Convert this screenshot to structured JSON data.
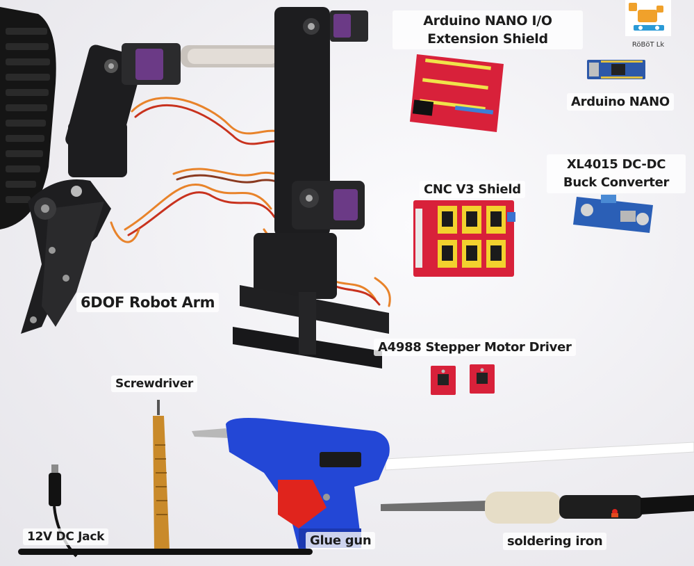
{
  "labels": {
    "nano_io_shield": "Arduino NANO I/O Extension Shield",
    "arduino_nano": "Arduino NANO",
    "buck_converter": "XL4015 DC-DC Buck Converter",
    "cnc_shield": "CNC V3 Shield",
    "robot_arm": "6DOF Robot Arm",
    "stepper_driver": "A4988 Stepper Motor Driver",
    "screwdriver": "Screwdriver",
    "dc_jack": "12V DC Jack",
    "glue_gun": "Glue gun",
    "soldering_iron": "soldering iron"
  },
  "logo": {
    "text": "RöBöT Lk"
  },
  "colors": {
    "background": "#f1f0f3",
    "arm_black": "#1d1d1f",
    "servo_purple": "#6b3a86",
    "board_red": "#d8213a",
    "driver_yellow": "#f2d22e",
    "nano_blue": "#2d58a8",
    "buck_blue": "#2b5fb6",
    "glue_gun_blue": "#2347d6",
    "trigger_red": "#e0241d",
    "screwdriver_gold": "#c98a2a",
    "wire_orange": "#e8832a",
    "wire_red": "#c8321e",
    "iron_grip_beige": "#e6ddc7"
  }
}
